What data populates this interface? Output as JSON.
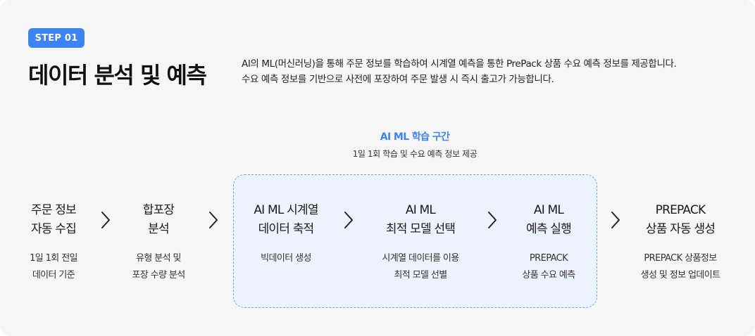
{
  "header": {
    "step_label": "STEP 01",
    "title": "데이터 분석 및 예측",
    "description_lines": [
      "AI의 ML(머신러닝)을 통해 주문 정보를 학습하여 시계열 예측을 통한 PrePack 상품 수요 예측 정보를 제공합니다.",
      "수요 예측 정보를 기반으로 사전에 포장하여 주문 발생 시 즉시 출고가 가능합니다."
    ]
  },
  "ai_section": {
    "title": "AI ML 학습 구간",
    "subtitle": "1일 1회 학습 및 수요 예측 정보 제공"
  },
  "steps": [
    {
      "title_lines": [
        "주문 정보",
        "자동 수집"
      ],
      "desc_lines": [
        "1일 1회 전일",
        "데이터 기준"
      ]
    },
    {
      "title_lines": [
        "합포장",
        "분석"
      ],
      "desc_lines": [
        "유형 분석 및",
        "포장 수량 분석"
      ]
    },
    {
      "title_lines": [
        "AI ML 시계열",
        "데이터 축적"
      ],
      "desc_lines": [
        "빅데이터 생성"
      ]
    },
    {
      "title_lines": [
        "AI ML",
        "최적 모델 선택"
      ],
      "desc_lines": [
        "시계열 데이터를 이용",
        "최적 모델 선별"
      ]
    },
    {
      "title_lines": [
        "AI ML",
        "예측 실행"
      ],
      "desc_lines": [
        "PREPACK",
        "상품 수요 예측"
      ]
    },
    {
      "title_lines": [
        "PREPACK",
        "상품 자동 생성"
      ],
      "desc_lines": [
        "PREPACK 상품정보",
        "생성 및 정보 업데이트"
      ]
    }
  ],
  "icons": {
    "arrow": "chevron-right-icon"
  },
  "colors": {
    "accent": "#3d83f3",
    "ai_box_bg": "#edf3fd",
    "ai_box_border": "#7fa3d8",
    "card_bg": "#f6f6f6"
  }
}
